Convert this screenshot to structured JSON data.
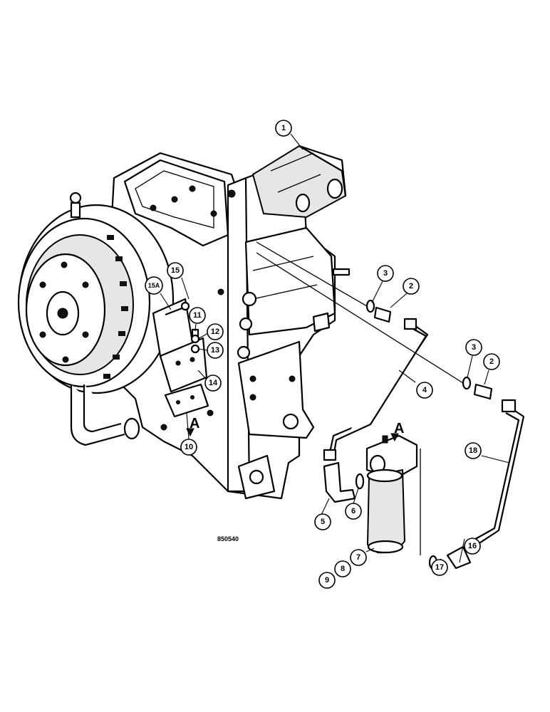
{
  "figure_ref": "850540",
  "view_letters": [
    "A",
    "A"
  ],
  "callouts": [
    "1",
    "2",
    "3",
    "4",
    "2",
    "3",
    "5",
    "6",
    "7",
    "8",
    "9",
    "10",
    "11",
    "12",
    "13",
    "14",
    "15",
    "15A",
    "16",
    "17",
    "18"
  ]
}
